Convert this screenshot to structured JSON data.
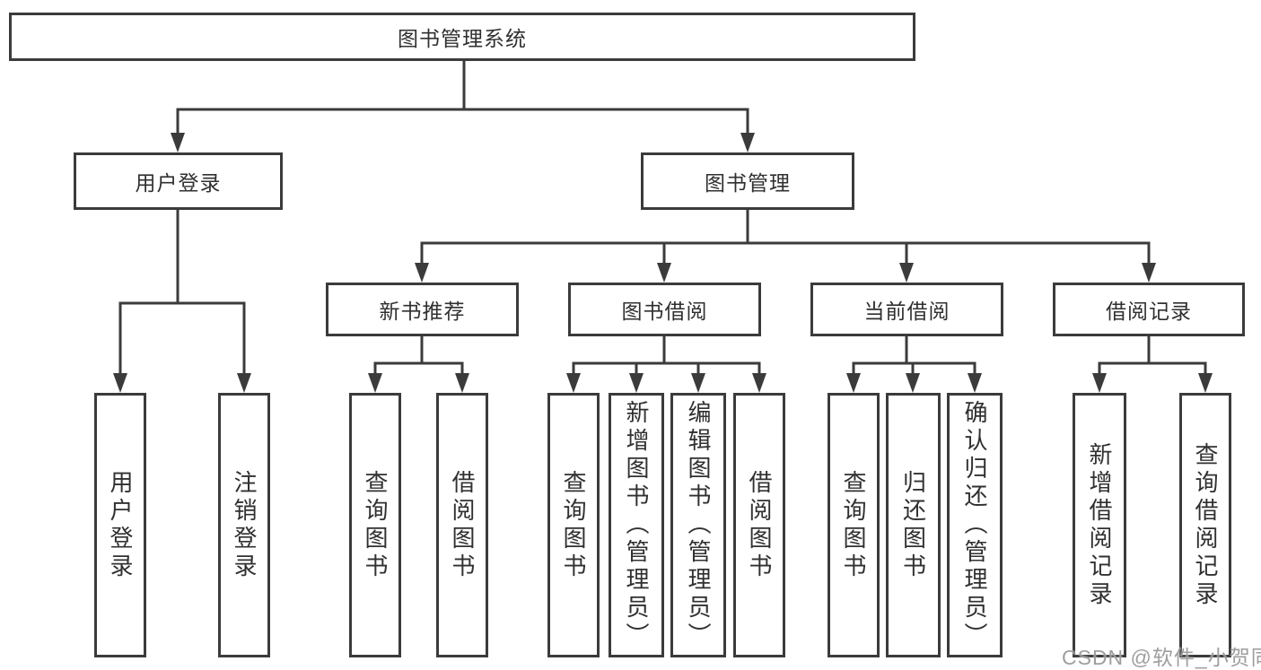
{
  "diagram_title": "图书管理系统",
  "style": {
    "line_color": "#3b3b3b",
    "box_border_color": "#3b3b3b",
    "text_color": "#303030",
    "watermark_color": "#969696",
    "background": "#ffffff"
  },
  "tree": {
    "root": "图书管理系统",
    "children": [
      {
        "label": "用户登录",
        "children": [
          {
            "label": "用户登录"
          },
          {
            "label": "注销登录"
          }
        ]
      },
      {
        "label": "图书管理",
        "children": [
          {
            "label": "新书推荐",
            "children": [
              {
                "label": "查询图书"
              },
              {
                "label": "借阅图书"
              }
            ]
          },
          {
            "label": "图书借阅",
            "children": [
              {
                "label": "查询图书"
              },
              {
                "label": "新增图书（管理员）"
              },
              {
                "label": "编辑图书（管理员）"
              },
              {
                "label": "借阅图书"
              }
            ]
          },
          {
            "label": "当前借阅",
            "children": [
              {
                "label": "查询图书"
              },
              {
                "label": "归还图书"
              },
              {
                "label": "确认归还（管理员）"
              }
            ]
          },
          {
            "label": "借阅记录",
            "children": [
              {
                "label": "新增借阅记录"
              },
              {
                "label": "查询借阅记录"
              }
            ]
          }
        ]
      }
    ]
  },
  "watermark": {
    "text": "CSDN @软件_小贺同学"
  }
}
